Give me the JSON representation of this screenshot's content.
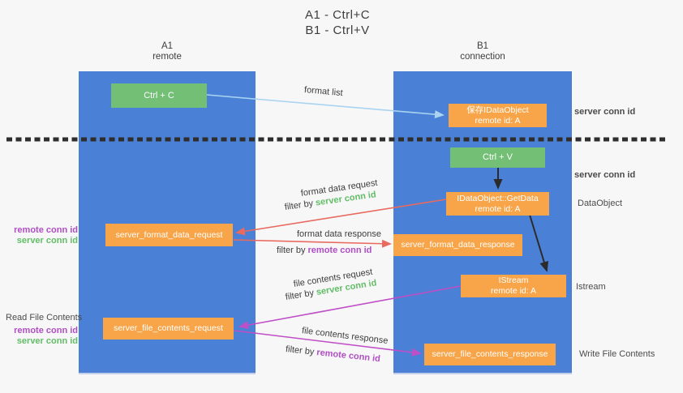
{
  "title": {
    "line1": "A1 - Ctrl+C",
    "line2": "B1 - Ctrl+V"
  },
  "lanes": {
    "left": {
      "title": "A1",
      "subtitle": "remote"
    },
    "right": {
      "title": "B1",
      "subtitle": "connection"
    }
  },
  "boxes": {
    "ctrl_c": {
      "label": "Ctrl + C"
    },
    "ctrl_v": {
      "label": "Ctrl + V"
    },
    "save_dataobject": {
      "line1": "保存IDataObject",
      "line2": "remote id: A"
    },
    "getdata": {
      "line1": "IDataObject::GetData",
      "line2": "remote id: A"
    },
    "istream": {
      "line1": "IStream",
      "line2": "remote id: A"
    },
    "server_format_data_request": {
      "label": "server_format_data_request"
    },
    "server_format_data_response": {
      "label": "server_format_data_response"
    },
    "server_file_contents_request": {
      "label": "server_file_contents_request"
    },
    "server_file_contents_response": {
      "label": "server_file_contents_response"
    }
  },
  "arrow_labels": {
    "format_list": "format list",
    "format_data_request": "format data request",
    "format_data_response": "format data response",
    "file_contents_request": "file contents request",
    "file_contents_response": "file contents response",
    "filter_by": "filter by",
    "server_conn_id": "server conn id",
    "remote_conn_id": "remote conn id"
  },
  "side_labels": {
    "server_conn_id_top": "server conn id",
    "server_conn_id_mid": "server conn id",
    "dataobject": "DataObject",
    "istream": "Istream",
    "read_file_contents": "Read File Contents",
    "write_file_contents": "Write File Contents",
    "left_pair_1": {
      "remote": "remote conn id",
      "server": "server conn id"
    },
    "left_pair_2": {
      "remote": "remote conn id",
      "server": "server conn id"
    }
  },
  "colors": {
    "panel_blue": "#4a80d5",
    "box_green": "#72bf75",
    "box_orange": "#f8a549",
    "arrow_light_blue": "#a9d4f1",
    "arrow_red": "#e96a5f",
    "arrow_purple": "#bf4fc6",
    "arrow_black": "#2b2b2b",
    "text_green": "#62bd66",
    "text_purple": "#b04ec3",
    "text_dark": "#3d3d3d",
    "background": "#f7f7f8"
  }
}
